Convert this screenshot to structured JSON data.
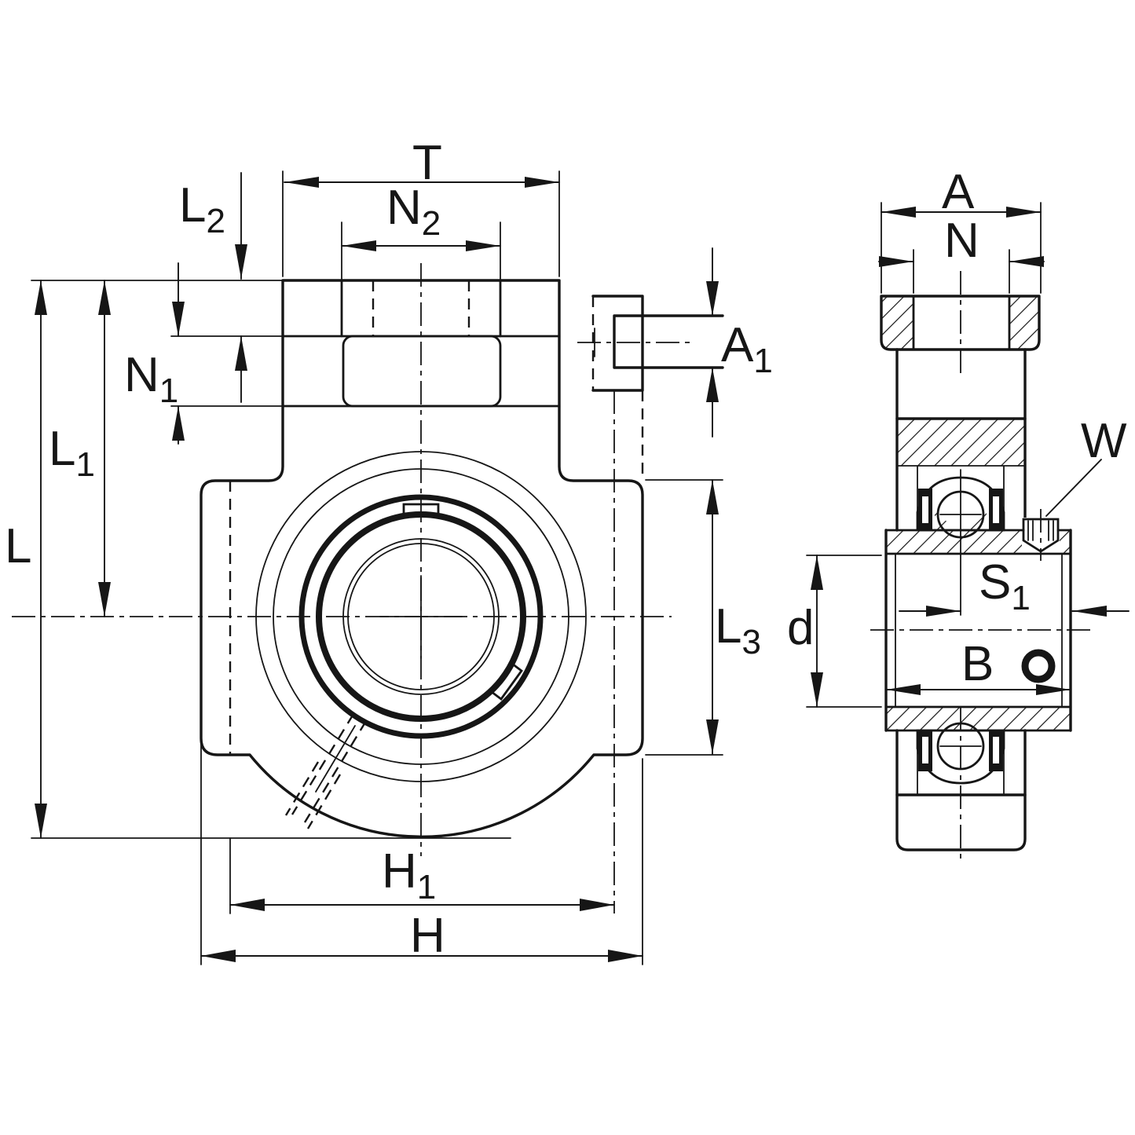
{
  "drawing": {
    "description": "Technical dimensional drawing of a take-up housed bearing unit, front view and side section view",
    "colors": {
      "line": "#161616",
      "background": "#ffffff"
    }
  },
  "labels": {
    "T": {
      "main": "T",
      "sub": ""
    },
    "N2": {
      "main": "N",
      "sub": "2"
    },
    "L2": {
      "main": "L",
      "sub": "2"
    },
    "N1": {
      "main": "N",
      "sub": "1"
    },
    "L1": {
      "main": "L",
      "sub": "1"
    },
    "L": {
      "main": "L",
      "sub": ""
    },
    "A1": {
      "main": "A",
      "sub": "1"
    },
    "L3": {
      "main": "L",
      "sub": "3"
    },
    "d": {
      "main": "d",
      "sub": ""
    },
    "H1": {
      "main": "H",
      "sub": "1"
    },
    "H": {
      "main": "H",
      "sub": ""
    },
    "A": {
      "main": "A",
      "sub": ""
    },
    "N": {
      "main": "N",
      "sub": ""
    },
    "W": {
      "main": "W",
      "sub": ""
    },
    "S1": {
      "main": "S",
      "sub": "1"
    },
    "B": {
      "main": "B",
      "sub": ""
    }
  }
}
